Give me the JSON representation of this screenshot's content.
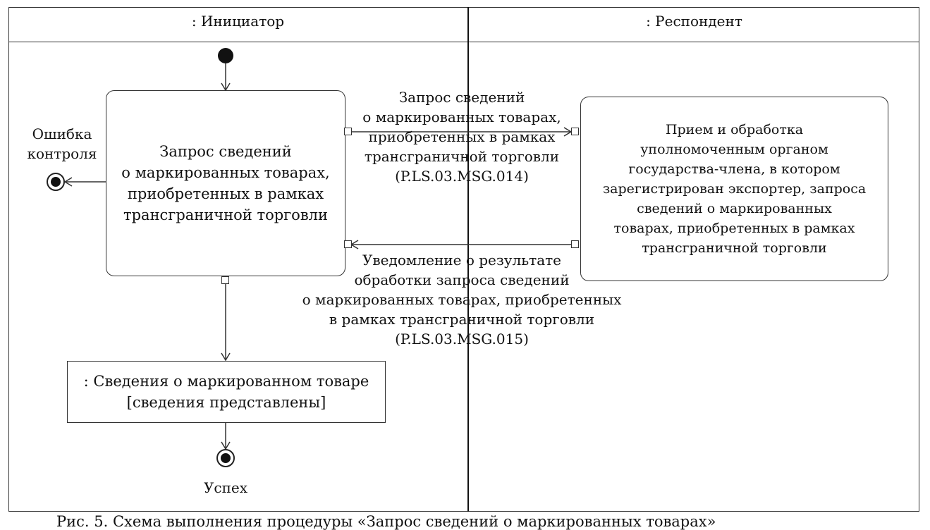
{
  "lanes": {
    "initiator": ": Инициатор",
    "respondent": ": Респондент"
  },
  "activities": {
    "request": "Запрос сведений\nо маркированных товарах,\nприобретенных в рамках\nтрансграничной торговли",
    "processing": "Прием и обработка\nуполномоченным органом\nгосударства-члена, в котором\nзарегистрирован экспортер, запроса\nсведений о маркированных\nтоварах, приобретенных в рамках\nтрансграничной торговли"
  },
  "messages": {
    "request_msg": "Запрос сведений\nо маркированных товарах,\nприобретенных в рамках\nтрансграничной торговли\n(P.LS.03.MSG.014)",
    "response_msg": "Уведомление о результате\nобработки запроса сведений\nо маркированных товарах, приобретенных\nв рамках трансграничной торговли\n(P.LS.03.MSG.015)"
  },
  "finals": {
    "error": "Ошибка\nконтроля",
    "success": "Успех"
  },
  "object_node": {
    "line1": ": Сведения о маркированном товаре",
    "line2": "[сведения представлены]"
  },
  "caption": "Рис. 5. Схема выполнения процедуры «Запрос сведений о маркированных товарах»"
}
